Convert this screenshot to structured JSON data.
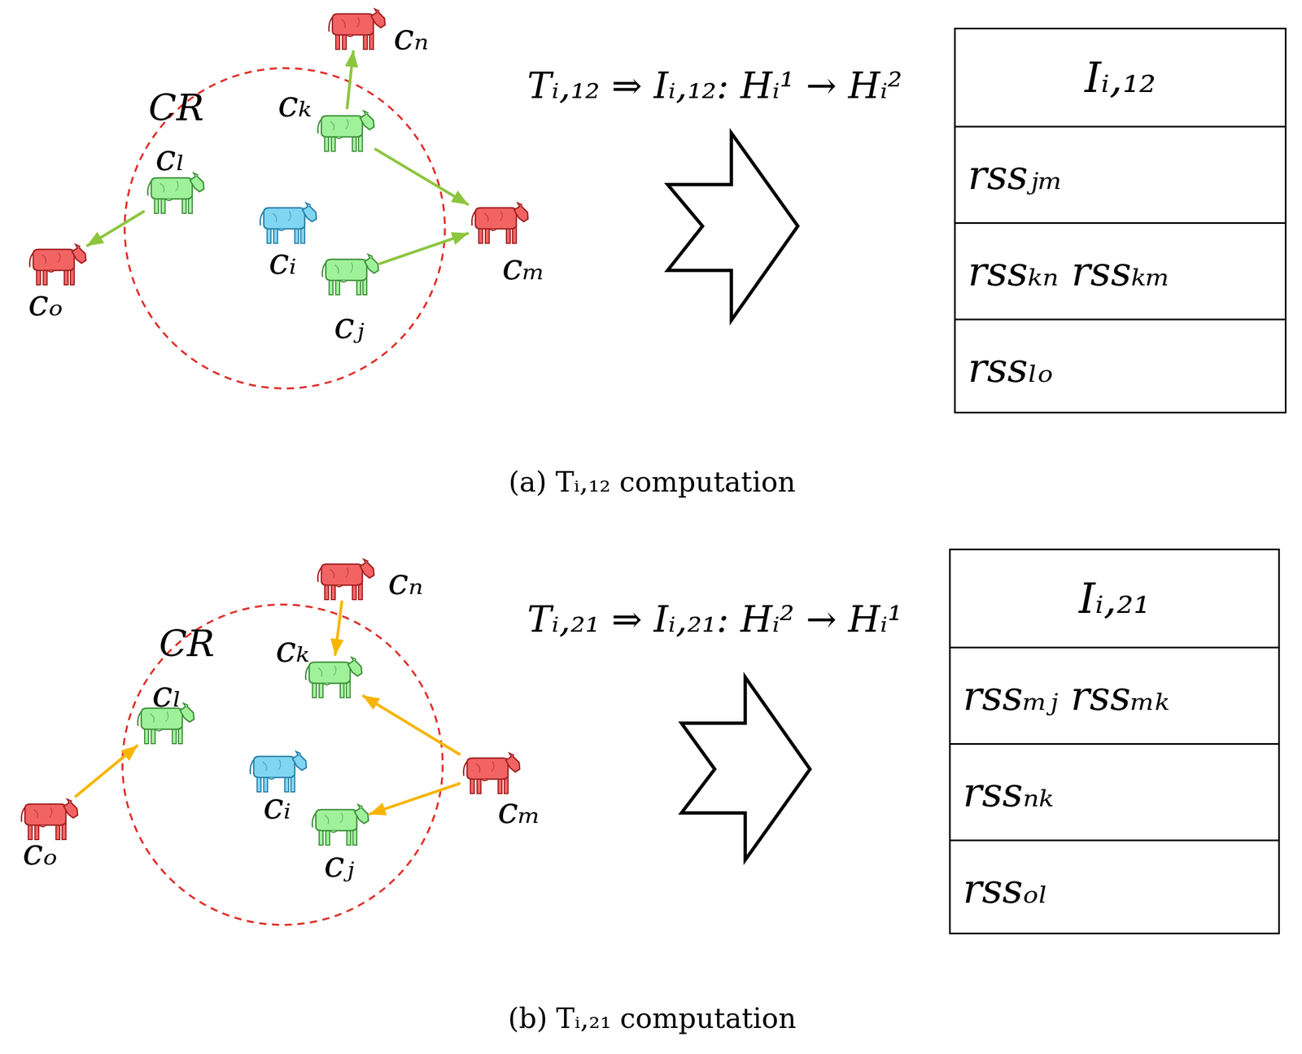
{
  "diagram": {
    "nodes": [
      {
        "text": [
          "CR"
        ]
      },
      {
        "text": [
          "cₙ"
        ]
      },
      {
        "text": [
          "cₖ"
        ],
        "in": 0
      },
      {
        "text": [
          "cₗ"
        ],
        "in": 0
      },
      {
        "text": [
          "cᵢ"
        ],
        "in": 0
      },
      {
        "text": [
          "cₘ"
        ]
      },
      {
        "text": [
          "cₒ"
        ]
      },
      {
        "text": [
          "cⱼ"
        ],
        "in": 0
      },
      {
        "text": [
          "Iᵢ,₁₂",
          "rssⱼₘ",
          "rssₖₙ rssₖₘ",
          "rssₗₒ"
        ]
      },
      {
        "text": [
          "cₙ"
        ]
      },
      {
        "text": [
          "CR"
        ]
      },
      {
        "text": [
          "cₖ"
        ],
        "in": 10
      },
      {
        "text": [
          "cₗ"
        ],
        "in": 10
      },
      {
        "text": [
          "cᵢ"
        ],
        "in": 10
      },
      {
        "text": [
          "cₘ"
        ]
      },
      {
        "text": [
          "cₒ"
        ]
      },
      {
        "text": [
          "cⱼ"
        ],
        "in": 10
      },
      {
        "text": [
          "Iᵢ,₂₁",
          "rssₘⱼ rssₘₖ",
          "rssₙₖ",
          "rssₒₗ"
        ]
      }
    ],
    "edges": [
      {
        "from": 2,
        "to": 1,
        "arrow": "to"
      },
      {
        "from": 2,
        "to": 5,
        "arrow": "to"
      },
      {
        "from": 7,
        "to": 5,
        "arrow": "to"
      },
      {
        "from": 3,
        "to": 6,
        "arrow": "to"
      },
      {
        "from": 9,
        "to": 11,
        "arrow": "to"
      },
      {
        "from": 14,
        "to": 11,
        "arrow": "to"
      },
      {
        "from": 14,
        "to": 16,
        "arrow": "to"
      },
      {
        "from": 15,
        "to": 12,
        "arrow": "to"
      }
    ],
    "labels": [
      "Tᵢ,₁₂ ⇒ Iᵢ,₁₂: Hᵢ¹ → Hᵢ²",
      "(a) Tᵢ,₁₂ computation",
      "Tᵢ,₂₁ ⇒ Iᵢ,₂₁: Hᵢ² → Hᵢ¹",
      "(b) Tᵢ,₂₁ computation"
    ]
  }
}
